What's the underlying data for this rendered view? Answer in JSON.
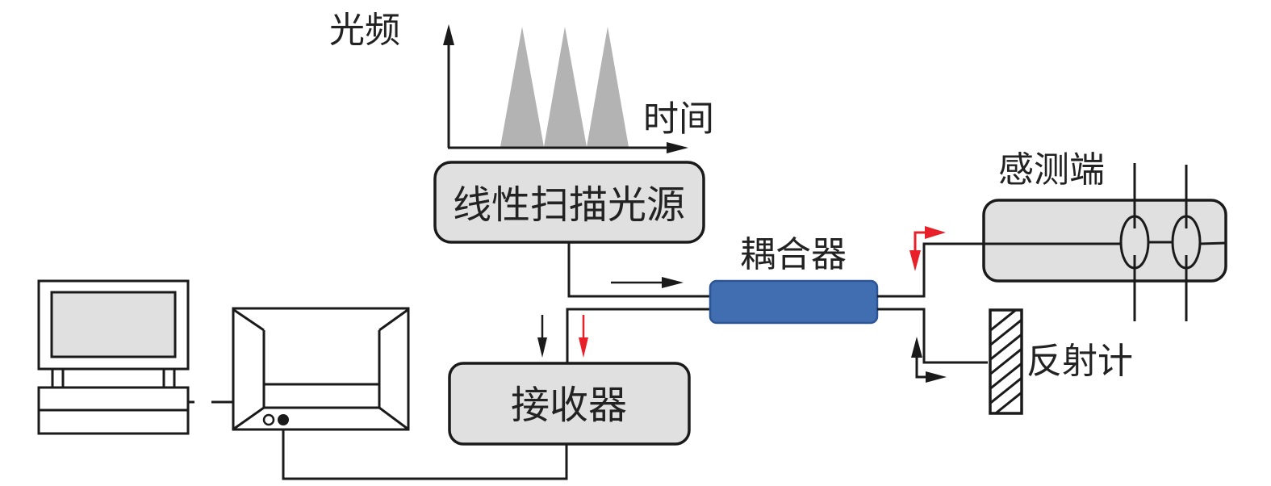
{
  "colors": {
    "line": "#1a1a1a",
    "box_fill": "#e1e0e1",
    "coupler_fill": "#416db1",
    "coupler_stroke": "#2c5597",
    "pulse_fill": "#b3b3b3",
    "signal_red": "#e8202a",
    "screen_fill": "#e1e0e1"
  },
  "graph": {
    "y_label": "光频",
    "x_label": "时间",
    "pulses": 3
  },
  "labels": {
    "source": "线性扫描光源",
    "coupler": "耦合器",
    "sensing": "感测端",
    "reflector": "反射计",
    "receiver": "接收器"
  },
  "icons": {
    "computer": "computer-icon",
    "oscilloscope": "oscilloscope-icon"
  }
}
